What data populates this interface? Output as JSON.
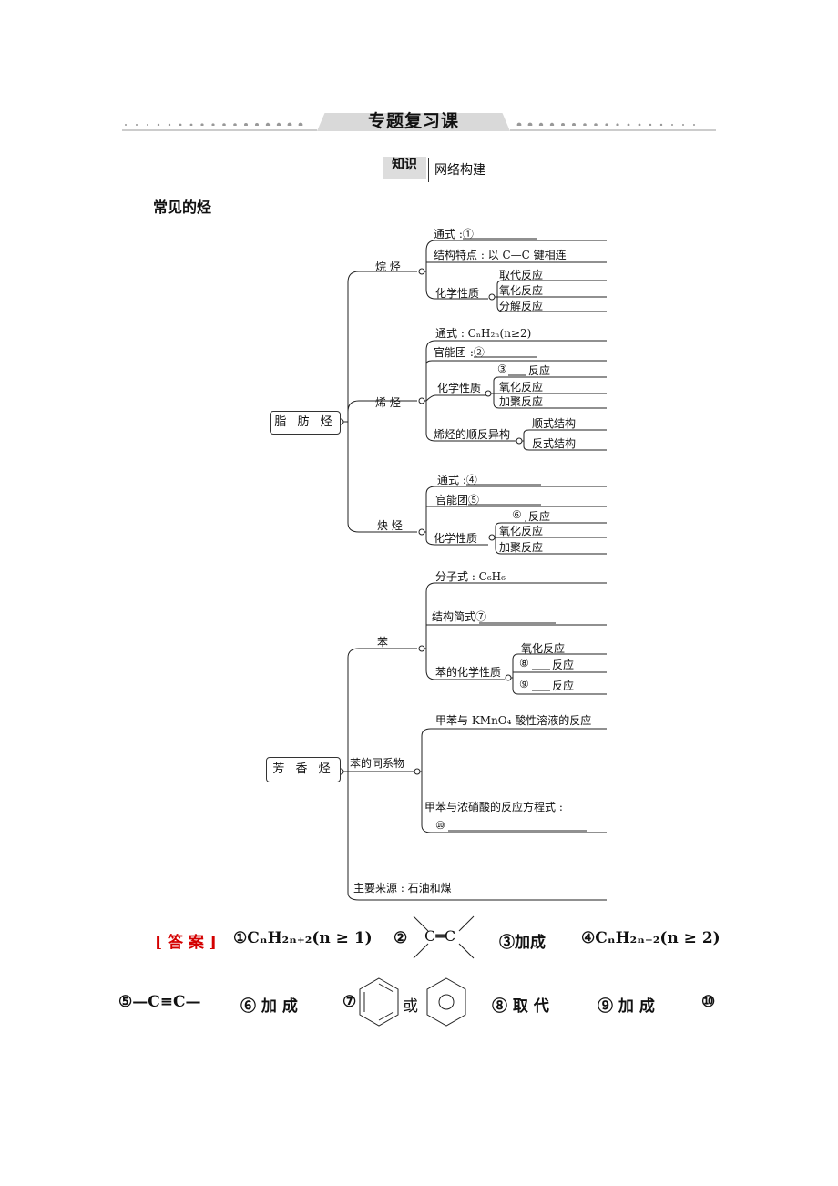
{
  "header": {
    "title": "专题复习课",
    "badge_main": "知识",
    "badge_sub": "网络构建"
  },
  "section_title": "常见的烃",
  "tree": {
    "aliphatic": "脂 肪 烃",
    "alkane": "烷 烃",
    "alkane_formula": "通式 :①",
    "alkane_structure": "结构特点 : 以 C—C 键相连",
    "alkane_chem": "化学性质",
    "alkane_sub": "取代反应",
    "alkane_ox": "氧化反应",
    "alkane_dec": "分解反应",
    "alkene": "烯 烃",
    "alkene_formula": "通式 : CₙH₂ₙ(n≥2)",
    "alkene_group": "官能团 :②",
    "alkene_chem": "化学性质",
    "alkene_r3": "③",
    "alkene_r3_suffix": "反应",
    "alkene_ox": "氧化反应",
    "alkene_poly": "加聚反应",
    "alkene_iso": "烯烃的顺反异构",
    "alkene_cis": "顺式结构",
    "alkene_trans": "反式结构",
    "alkyne": "炔 烃",
    "alkyne_formula": "通式 :④",
    "alkyne_group": "官能团⑤",
    "alkyne_chem": "化学性质",
    "alkyne_r6": "⑥",
    "alkyne_r6_suffix": "反应",
    "alkyne_ox": "氧化反应",
    "alkyne_poly": "加聚反应",
    "aromatic": "芳 香 烃",
    "benzene": "苯",
    "benzene_formula": "分子式 : C₆H₆",
    "benzene_struct": "结构简式⑦",
    "benzene_chem": "苯的化学性质",
    "benzene_ox": "氧化反应",
    "benzene_r8": "⑧",
    "benzene_r9": "⑨",
    "benzene_r_suffix": "反应",
    "homologs": "苯的同系物",
    "toluene_kmno4": "甲苯与 KMnO₄ 酸性溶液的反应",
    "toluene_nitric": "甲苯与浓硝酸的反应方程式 :",
    "toluene_r10": "⑩",
    "source": "主要来源 :  石油和煤"
  },
  "answers": {
    "label": "[ 答 案 ]",
    "a1": "①CₙH₂ₙ₊₂(n ≥ 1)",
    "a2": "②",
    "a2_struct": "C═C",
    "a3": "③加成",
    "a4": "④CₙH₂ₙ₋₂(n ≥ 2)",
    "a5": "⑤—C≡C—",
    "a6": "⑥ 加 成",
    "a7": "⑦",
    "a7_or": "或",
    "a8": "⑧ 取 代",
    "a9": "⑨ 加 成",
    "a10": "⑩"
  }
}
